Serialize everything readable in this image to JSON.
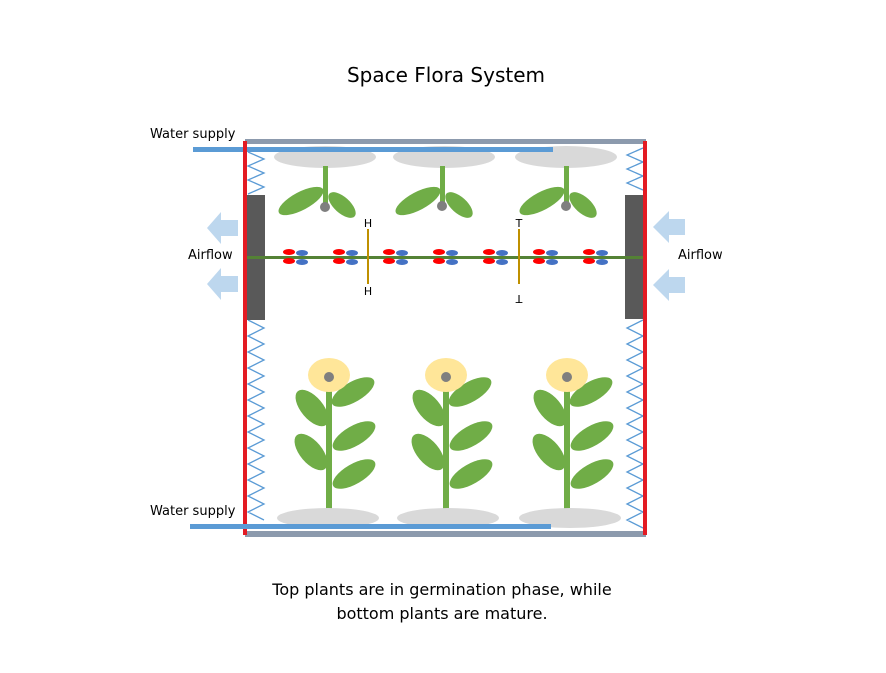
{
  "title": "Space Flora System",
  "labels": {
    "water_supply_top": "Water supply",
    "water_supply_bottom": "Water supply",
    "airflow_left": "Airflow",
    "airflow_right": "Airflow"
  },
  "markers": {
    "h_top": "H",
    "h_bottom": "H",
    "t_top": "T",
    "t_bottom": "T"
  },
  "caption": {
    "line1": "Top plants are in germination phase, while",
    "line2": "bottom plants are mature."
  },
  "colors": {
    "frame_side": "#e31b23",
    "frame_top_bottom": "#8c9aad",
    "water_pipe": "#5b9bd5",
    "spring": "#5b9bd5",
    "fan_block": "#595959",
    "airflow_arrow": "#bdd7ee",
    "plant_green": "#70ad47",
    "stem_dark": "#548235",
    "seed_gray": "#7f7f7f",
    "soil_gray": "#d9d9d9",
    "flower_yellow": "#ffe699",
    "sensor_gold": "#bf9000",
    "molecule_red": "#ff0000",
    "molecule_blue": "#4472c4"
  }
}
